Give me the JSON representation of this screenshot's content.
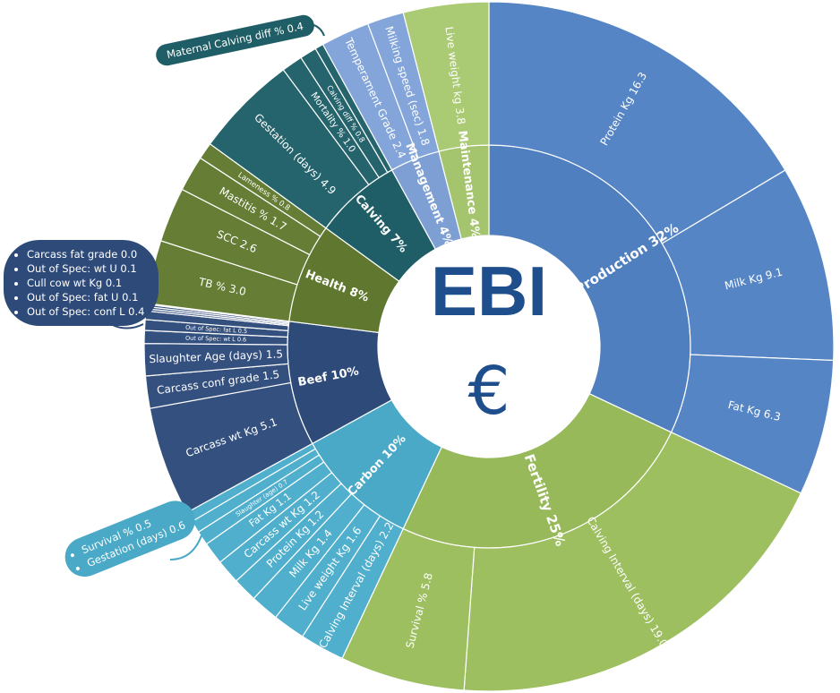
{
  "chart_data": {
    "type": "sunburst",
    "title": "EBI",
    "center_symbol": "€",
    "colors": {
      "Production": "#4f7fbf",
      "Fertility": "#97b95a",
      "Carbon": "#4aa9c6",
      "Beef": "#2e4a78",
      "Health": "#5f772e",
      "Calving": "#1f5e66",
      "Management": "#7d9fd4",
      "Maintenance": "#a5c46e"
    },
    "groups": [
      {
        "name": "Production",
        "label": "Production 32%",
        "percent": 32,
        "children": [
          {
            "name": "Protein Kg",
            "value": 16.3
          },
          {
            "name": "Milk Kg",
            "value": 9.1
          },
          {
            "name": "Fat Kg",
            "value": 6.3
          }
        ]
      },
      {
        "name": "Fertility",
        "label": "Fertility 25%",
        "percent": 25,
        "children": [
          {
            "name": "Calving Interval (days)",
            "value": 19.0
          },
          {
            "name": "Survival %",
            "value": 5.8
          }
        ]
      },
      {
        "name": "Carbon",
        "label": "Carbon 10%",
        "percent": 10,
        "children": [
          {
            "name": "Calving Interval (days)",
            "value": 2.2
          },
          {
            "name": "Live weight Kg",
            "value": 1.6
          },
          {
            "name": "Milk Kg",
            "value": 1.4
          },
          {
            "name": "Protein Kg",
            "value": 1.2
          },
          {
            "name": "Carcass wt Kg",
            "value": 1.2
          },
          {
            "name": "Fat Kg",
            "value": 1.1
          },
          {
            "name": "Slaughter (age)",
            "value": 0.7
          },
          {
            "name": "Gestation (days)",
            "value": 0.6,
            "callout": true
          },
          {
            "name": "Survival %",
            "value": 0.5,
            "callout": true
          }
        ]
      },
      {
        "name": "Beef",
        "label": "Beef 10%",
        "percent": 10,
        "children": [
          {
            "name": "Carcass wt Kg",
            "value": 5.1
          },
          {
            "name": "Carcass conf grade",
            "value": 1.5
          },
          {
            "name": "Slaughter Age (days)",
            "value": 1.5
          },
          {
            "name": "Out of Spec: wt L",
            "value": 0.6
          },
          {
            "name": "Out of Spec: fat L",
            "value": 0.5
          },
          {
            "name": "Out of Spec: conf L",
            "value": 0.4,
            "callout": true
          },
          {
            "name": "Out of Spec: fat U",
            "value": 0.1,
            "callout": true
          },
          {
            "name": "Cull cow wt Kg",
            "value": 0.1,
            "callout": true
          },
          {
            "name": "Out of Spec: wt U",
            "value": 0.1,
            "callout": true
          },
          {
            "name": "Carcass fat grade",
            "value": 0.0,
            "callout": true
          }
        ]
      },
      {
        "name": "Health",
        "label": "Health 8%",
        "percent": 8,
        "children": [
          {
            "name": "TB %",
            "value": 3.0
          },
          {
            "name": "SCC",
            "value": 2.6
          },
          {
            "name": "Mastitis %",
            "value": 1.7
          },
          {
            "name": "Lameness %",
            "value": 0.8
          }
        ]
      },
      {
        "name": "Calving",
        "label": "Calving 7%",
        "percent": 7,
        "children": [
          {
            "name": "Gestation (days)",
            "value": 4.9
          },
          {
            "name": "Mortality %",
            "value": 1.0
          },
          {
            "name": "Calving diff %",
            "value": 0.8
          },
          {
            "name": "Maternal Calving diff %",
            "value": 0.4,
            "callout": true
          }
        ]
      },
      {
        "name": "Management",
        "label": "Management 4%",
        "percent": 4,
        "children": [
          {
            "name": "Temperament Grade",
            "value": 2.4
          },
          {
            "name": "Milking speed (sec)",
            "value": 1.8
          }
        ]
      },
      {
        "name": "Maintenance",
        "label": "Maintenance 4%",
        "percent": 4,
        "children": [
          {
            "name": "Live weight kg",
            "value": 3.8
          }
        ]
      }
    ]
  },
  "callouts": {
    "calving": [
      "Maternal Calving diff % 0.4"
    ],
    "beef": [
      "Carcass fat grade 0.0",
      "Out of Spec: wt U 0.1",
      "Cull cow wt Kg 0.1",
      "Out of Spec: fat U 0.1",
      "Out of Spec: conf L 0.4"
    ],
    "carbon": [
      "Survival % 0.5",
      "Gestation (days)  0.6"
    ]
  }
}
